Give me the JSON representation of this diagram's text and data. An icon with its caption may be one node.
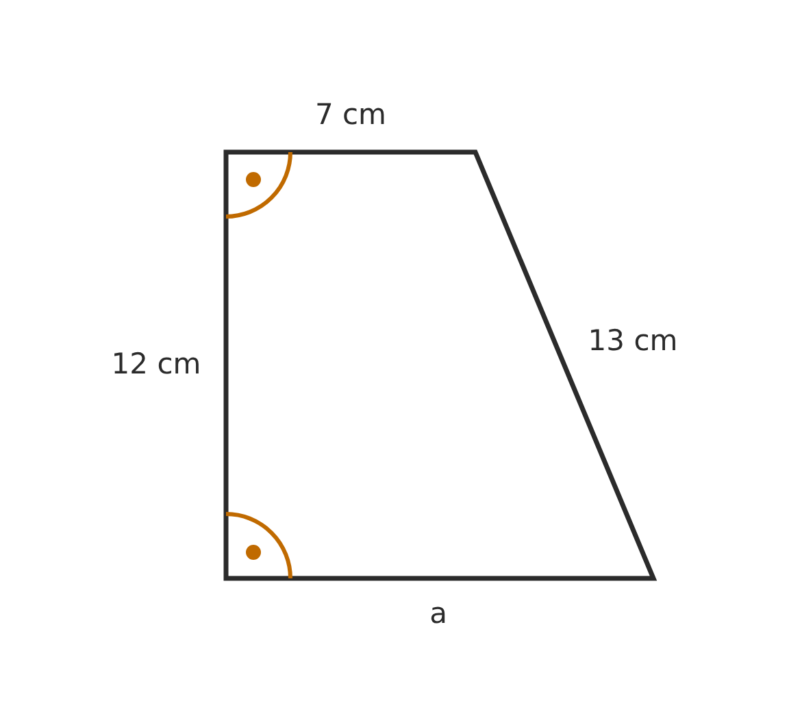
{
  "diagram": {
    "labels": [
      "7 cm",
      "12 cm",
      "13 cm",
      "a"
    ]
  }
}
